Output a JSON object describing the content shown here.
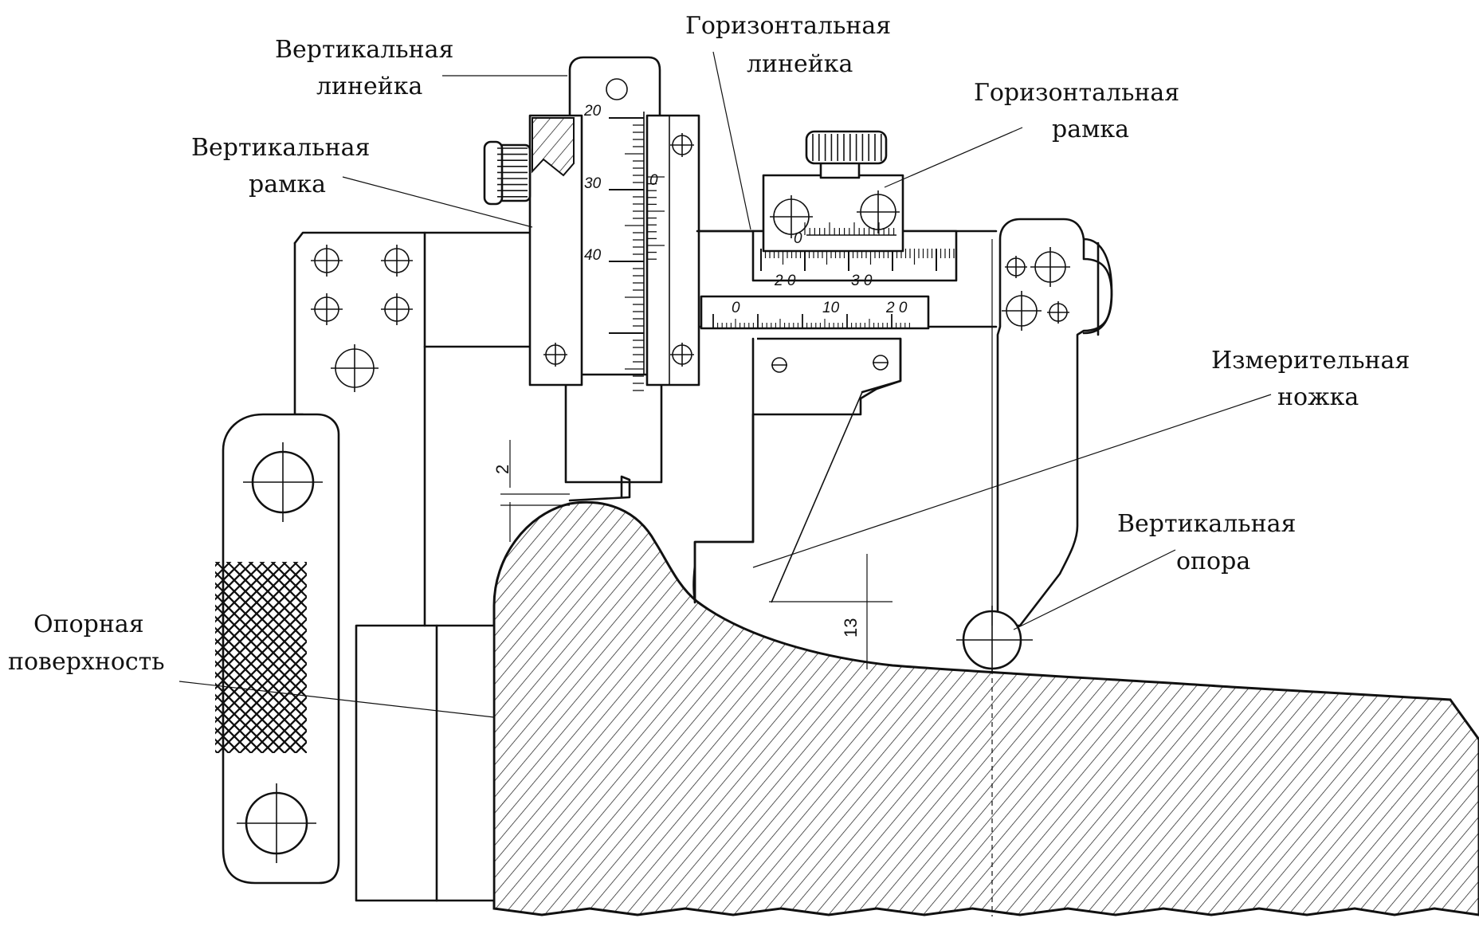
{
  "labels": {
    "vertical_ruler": [
      "Вертикальная",
      "линейка"
    ],
    "horizontal_ruler": [
      "Горизонтальная",
      "линейка"
    ],
    "horizontal_frame": [
      "Горизонтальная",
      "рамка"
    ],
    "vertical_frame": [
      "Вертикальная",
      "рамка"
    ],
    "measuring_leg": [
      "Измерительная",
      "ножка"
    ],
    "vertical_support": [
      "Вертикальная",
      "опора"
    ],
    "support_surface": [
      "Опорная",
      "поверхность"
    ]
  },
  "dimensions": {
    "top_gap": "2",
    "bottom_gap": "13"
  },
  "vertical_scale": {
    "ticks": [
      "20",
      "30",
      "40"
    ],
    "vernier_zero": "0"
  },
  "horizontal_scale": {
    "upper_ticks": [
      "2 0",
      "3 0"
    ],
    "frame_zero": "0",
    "lower_ticks": [
      "0",
      "10",
      "2 0"
    ]
  }
}
